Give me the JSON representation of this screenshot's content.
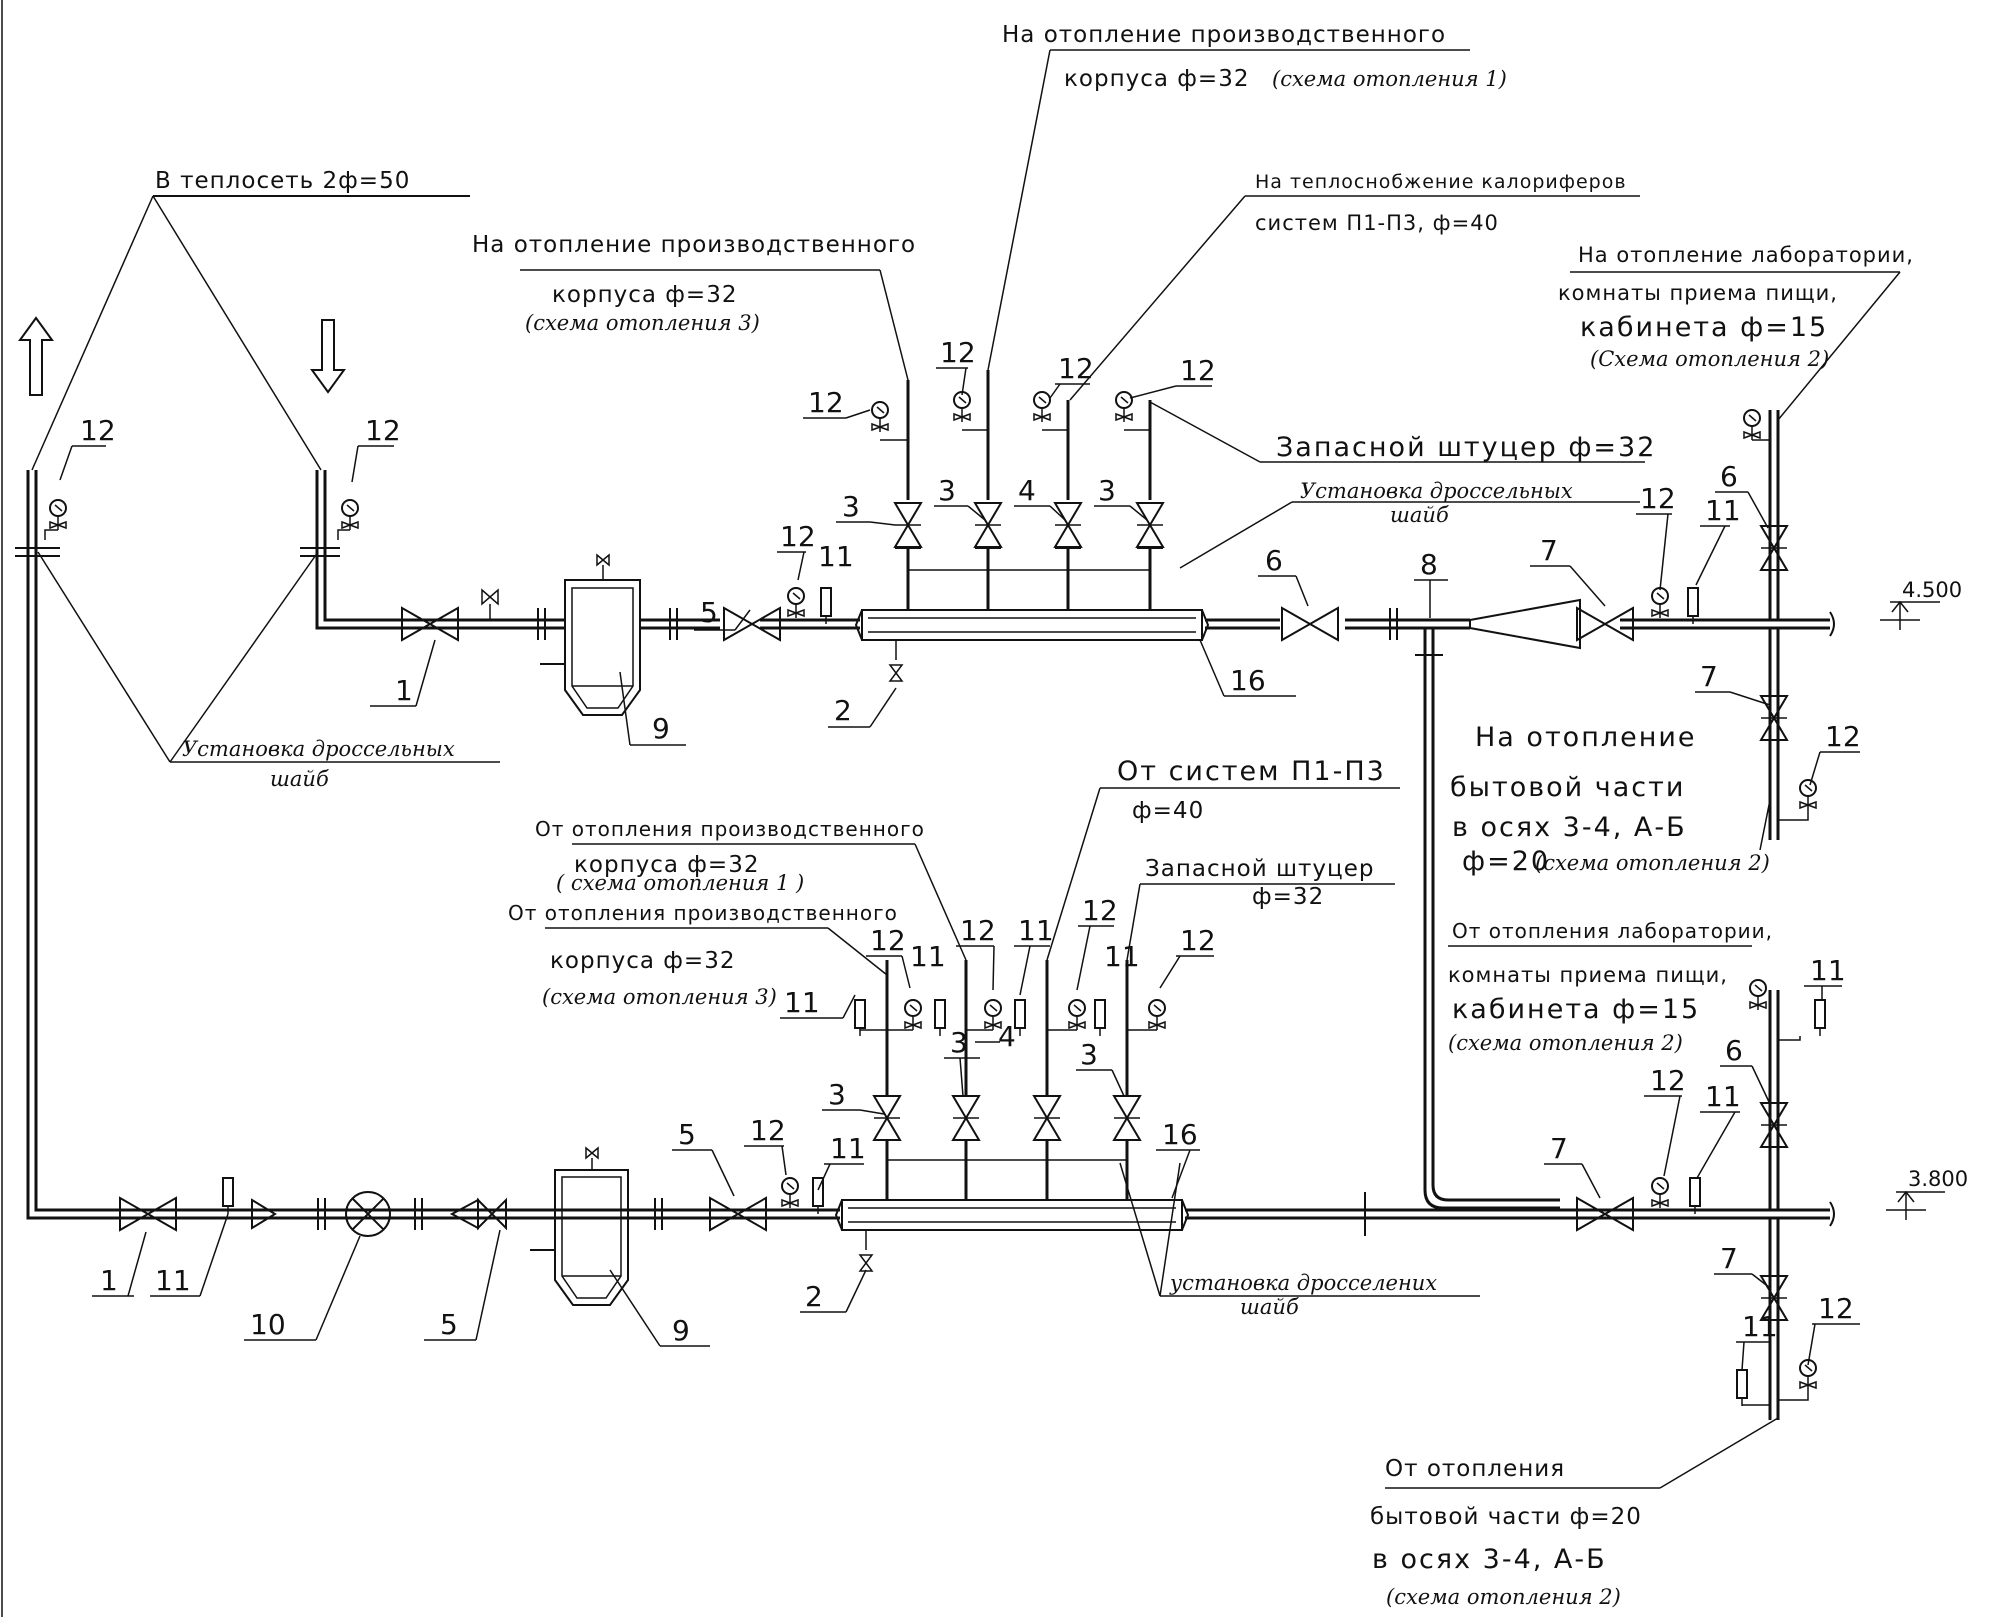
{
  "top": {
    "heat_net": "В теплосеть 2ф=50",
    "prod1_l1": "На отопление производственного",
    "prod1_l2": "корпуса ф=32",
    "prod1_l2b": "(схема отопления 1)",
    "calor_l1": "На теплоснобжение калориферов",
    "calor_l2": "систем П1-П3, ф=40",
    "prod3_l1": "На отопление производственного",
    "prod3_l2": "корпуса ф=32",
    "prod3_l3": "(схема отопления 3)",
    "lab_l1": "На отопление лаборатории,",
    "lab_l2": "комнаты приема пищи,",
    "lab_l3": "кабинета ф=15",
    "lab_l4": "(Схема отопления 2)",
    "spare": "Запасной штуцер ф=32",
    "throttle_mid_1": "Установка дроссельных",
    "throttle_mid_2": "шайб",
    "throttle_left_1": "Установка дроссельных",
    "throttle_left_2": "шайб",
    "dom_l1": "На отопление",
    "dom_l2": "бытовой части",
    "dom_l3": "в осях 3-4, А-Б",
    "dom_l4": "ф=20",
    "dom_l4b": "(схема отопления 2)",
    "level": "4.500"
  },
  "bottom": {
    "sys_l1": "От систем П1-П3",
    "sys_l2": "ф=40",
    "prod1_l1": "От отопления производственного",
    "prod1_l2": "корпуса ф=32",
    "prod1_l3": "( схема отопления 1 )",
    "prod3_l1": "От отопления производственного",
    "prod3_l2": "корпуса ф=32",
    "prod3_l3": "(схема отопления 3)",
    "spare_l1": "Запасной штуцер",
    "spare_l2": "ф=32",
    "lab_l1": "От отопления лаборатории,",
    "lab_l2": "комнаты приема пищи,",
    "lab_l3": "кабинета ф=15",
    "lab_l4": "(схема отопления 2)",
    "throttle_1": "установка дросселених",
    "throttle_2": "шайб",
    "dom_l1": "От отопления",
    "dom_l2": "бытовой части ф=20",
    "dom_l3": "в осях 3-4, А-Б",
    "dom_l4": "(схема отопления 2)",
    "level": "3.800"
  },
  "pos": {
    "n1": "1",
    "n2": "2",
    "n3": "3",
    "n4": "4",
    "n5": "5",
    "n6": "6",
    "n7": "7",
    "n8": "8",
    "n9": "9",
    "n10": "10",
    "n11": "11",
    "n12": "12",
    "n16": "16"
  }
}
